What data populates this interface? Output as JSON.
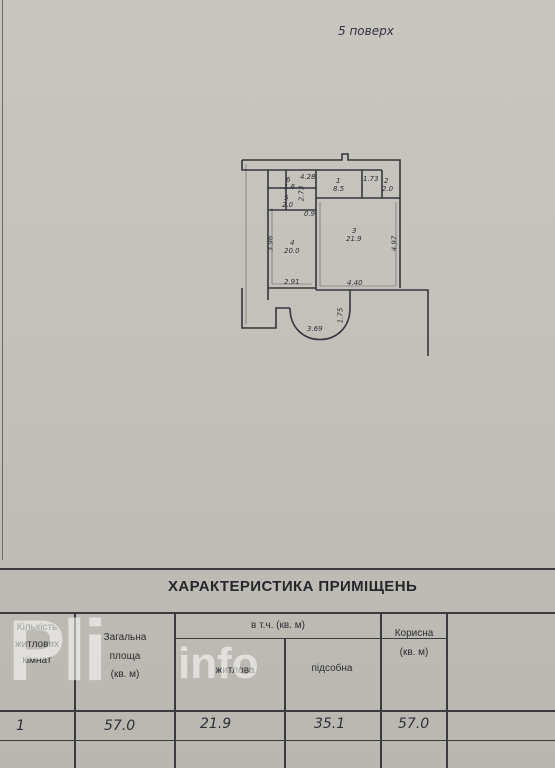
{
  "document": {
    "floor_label": "5 поверх",
    "plan": {
      "rooms": [
        {
          "number": "1",
          "area": "8.5"
        },
        {
          "number": "2",
          "area": "2.0"
        },
        {
          "number": "3",
          "area": "21.9"
        },
        {
          "number": "4",
          "area": "20.0"
        },
        {
          "number": "5",
          "area": "2.0"
        },
        {
          "number": "6",
          "area": "1.6"
        }
      ],
      "dimensions": [
        "4.28",
        "1.73",
        "2.73",
        "0.9",
        "3.96",
        "4.97",
        "2.91",
        "4.40",
        "1.75",
        "3.69"
      ]
    },
    "table": {
      "title": "ХАРАКТЕРИСТИКА ПРИМІЩЕНЬ",
      "headers": {
        "rooms_count": [
          "Кількість",
          "житлових",
          "кімнат"
        ],
        "total_area": [
          "Загальна",
          "площа",
          "(кв. м)"
        ],
        "including": "в т.ч. (кв. м)",
        "living": "житлова",
        "auxiliary": "підсобна",
        "useful": [
          "Корисна",
          "(кв. м)"
        ]
      },
      "values": {
        "rooms_count": "1",
        "total_area": "57.0",
        "living": "21.9",
        "auxiliary": "35.1",
        "useful": "57.0"
      }
    },
    "watermark": {
      "large": "Pli",
      "small": "info"
    }
  }
}
